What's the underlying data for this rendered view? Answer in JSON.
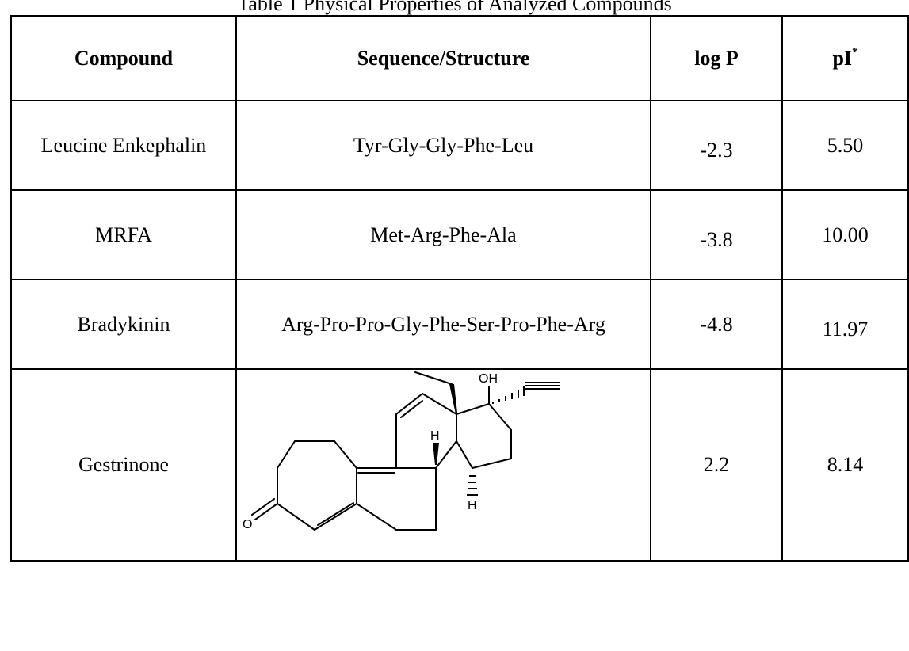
{
  "caption": "Table 1 Physical Properties of Analyzed Compounds",
  "headers": {
    "compound": "Compound",
    "sequence": "Sequence/Structure",
    "logp": "log P",
    "pi": "pI",
    "pi_sup": "*"
  },
  "rows": [
    {
      "compound": "Leucine Enkephalin",
      "sequence": "Tyr-Gly-Gly-Phe-Leu",
      "logp": "-2.3",
      "pi": "5.50"
    },
    {
      "compound": "MRFA",
      "sequence": "Met-Arg-Phe-Ala",
      "logp": "-3.8",
      "pi": "10.00"
    },
    {
      "compound": "Bradykinin",
      "sequence": "Arg-Pro-Pro-Gly-Phe-Ser-Pro-Phe-Arg",
      "logp": "-4.8",
      "pi": "11.97"
    },
    {
      "compound": "Gestrinone",
      "logp": "2.2",
      "pi": "8.14"
    }
  ],
  "structure_atoms": {
    "oh": "OH",
    "h_top": "H",
    "h_bottom": "H",
    "o": "O"
  }
}
